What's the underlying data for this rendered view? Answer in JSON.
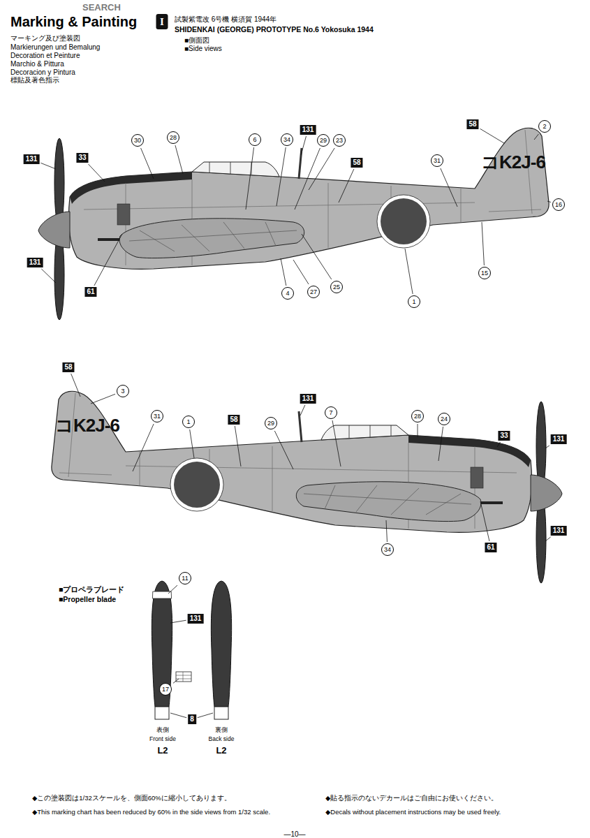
{
  "diagram": {
    "title": "Marking & Painting",
    "labels": [
      "SEARCH",
      "マーキング及び塗装図",
      "Markierungen und Bemalung",
      "Decoration et Peinture",
      "Marchio & Pittura",
      "Decoracion y Pintura",
      "標貼及著色指示",
      "I",
      "試製紫電改 6号機 横須賀 1944年",
      "SHIDENKAI (GEORGE) PROTOTYPE No.6 Yokosuka 1944",
      "■側面図",
      "■Side views",
      "131",
      "33",
      "30",
      "28",
      "6",
      "34",
      "131",
      "29",
      "23",
      "58",
      "58",
      "2",
      "コK2J-6",
      "31",
      "16",
      "15",
      "1",
      "25",
      "27",
      "4",
      "61",
      "131",
      "58",
      "3",
      "コK2J-6",
      "31",
      "1",
      "58",
      "29",
      "131",
      "7",
      "28",
      "24",
      "33",
      "131",
      "131",
      "34",
      "61",
      "■プロペラブレード",
      "■Propeller blade",
      "11",
      "131",
      "17",
      "8",
      "表側",
      "Front side",
      "L2",
      "裏側",
      "Back side",
      "L2",
      "◆この塗装図は1/32スケールを、側面60%に縮小してあります。",
      "◆This marking chart has been reduced by 60% in the side views from 1/32 scale.",
      "◆貼る指示のないデカールはご自由にお使いください。",
      "◆Decals without placement instructions may be used freely.",
      "—10—"
    ]
  }
}
